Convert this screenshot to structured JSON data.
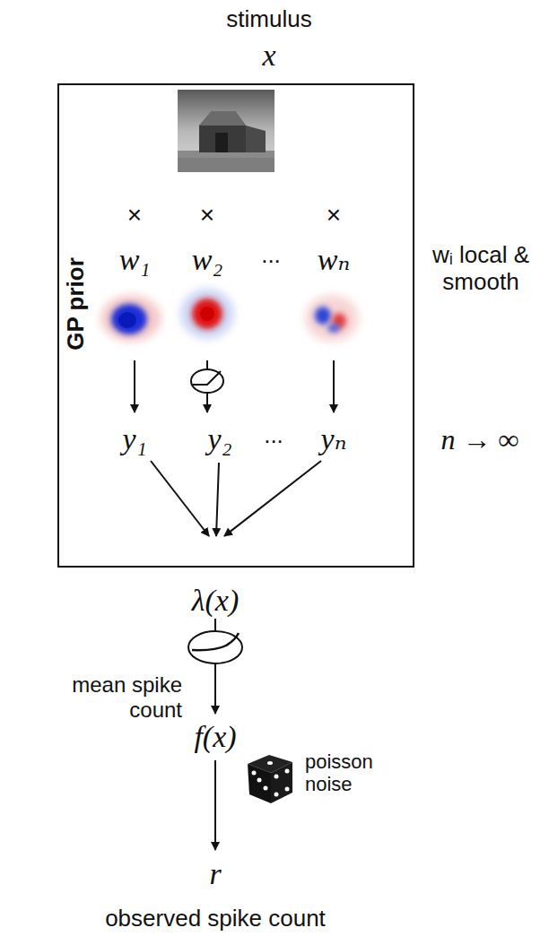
{
  "diagram": {
    "nodes": [
      {
        "text": [
          "GP prior"
        ]
      }
    ],
    "labels": [
      "stimulus",
      "x",
      "×",
      "×",
      "×",
      "w₁",
      "w₂",
      "...",
      "wₙ",
      "wᵢ local & smooth",
      "y₁",
      "y₂",
      "...",
      "yₙ",
      "n → ∞",
      "λ(x)",
      "mean spike count",
      "f(x)",
      "poisson noise",
      "r",
      "observed spike count"
    ]
  }
}
